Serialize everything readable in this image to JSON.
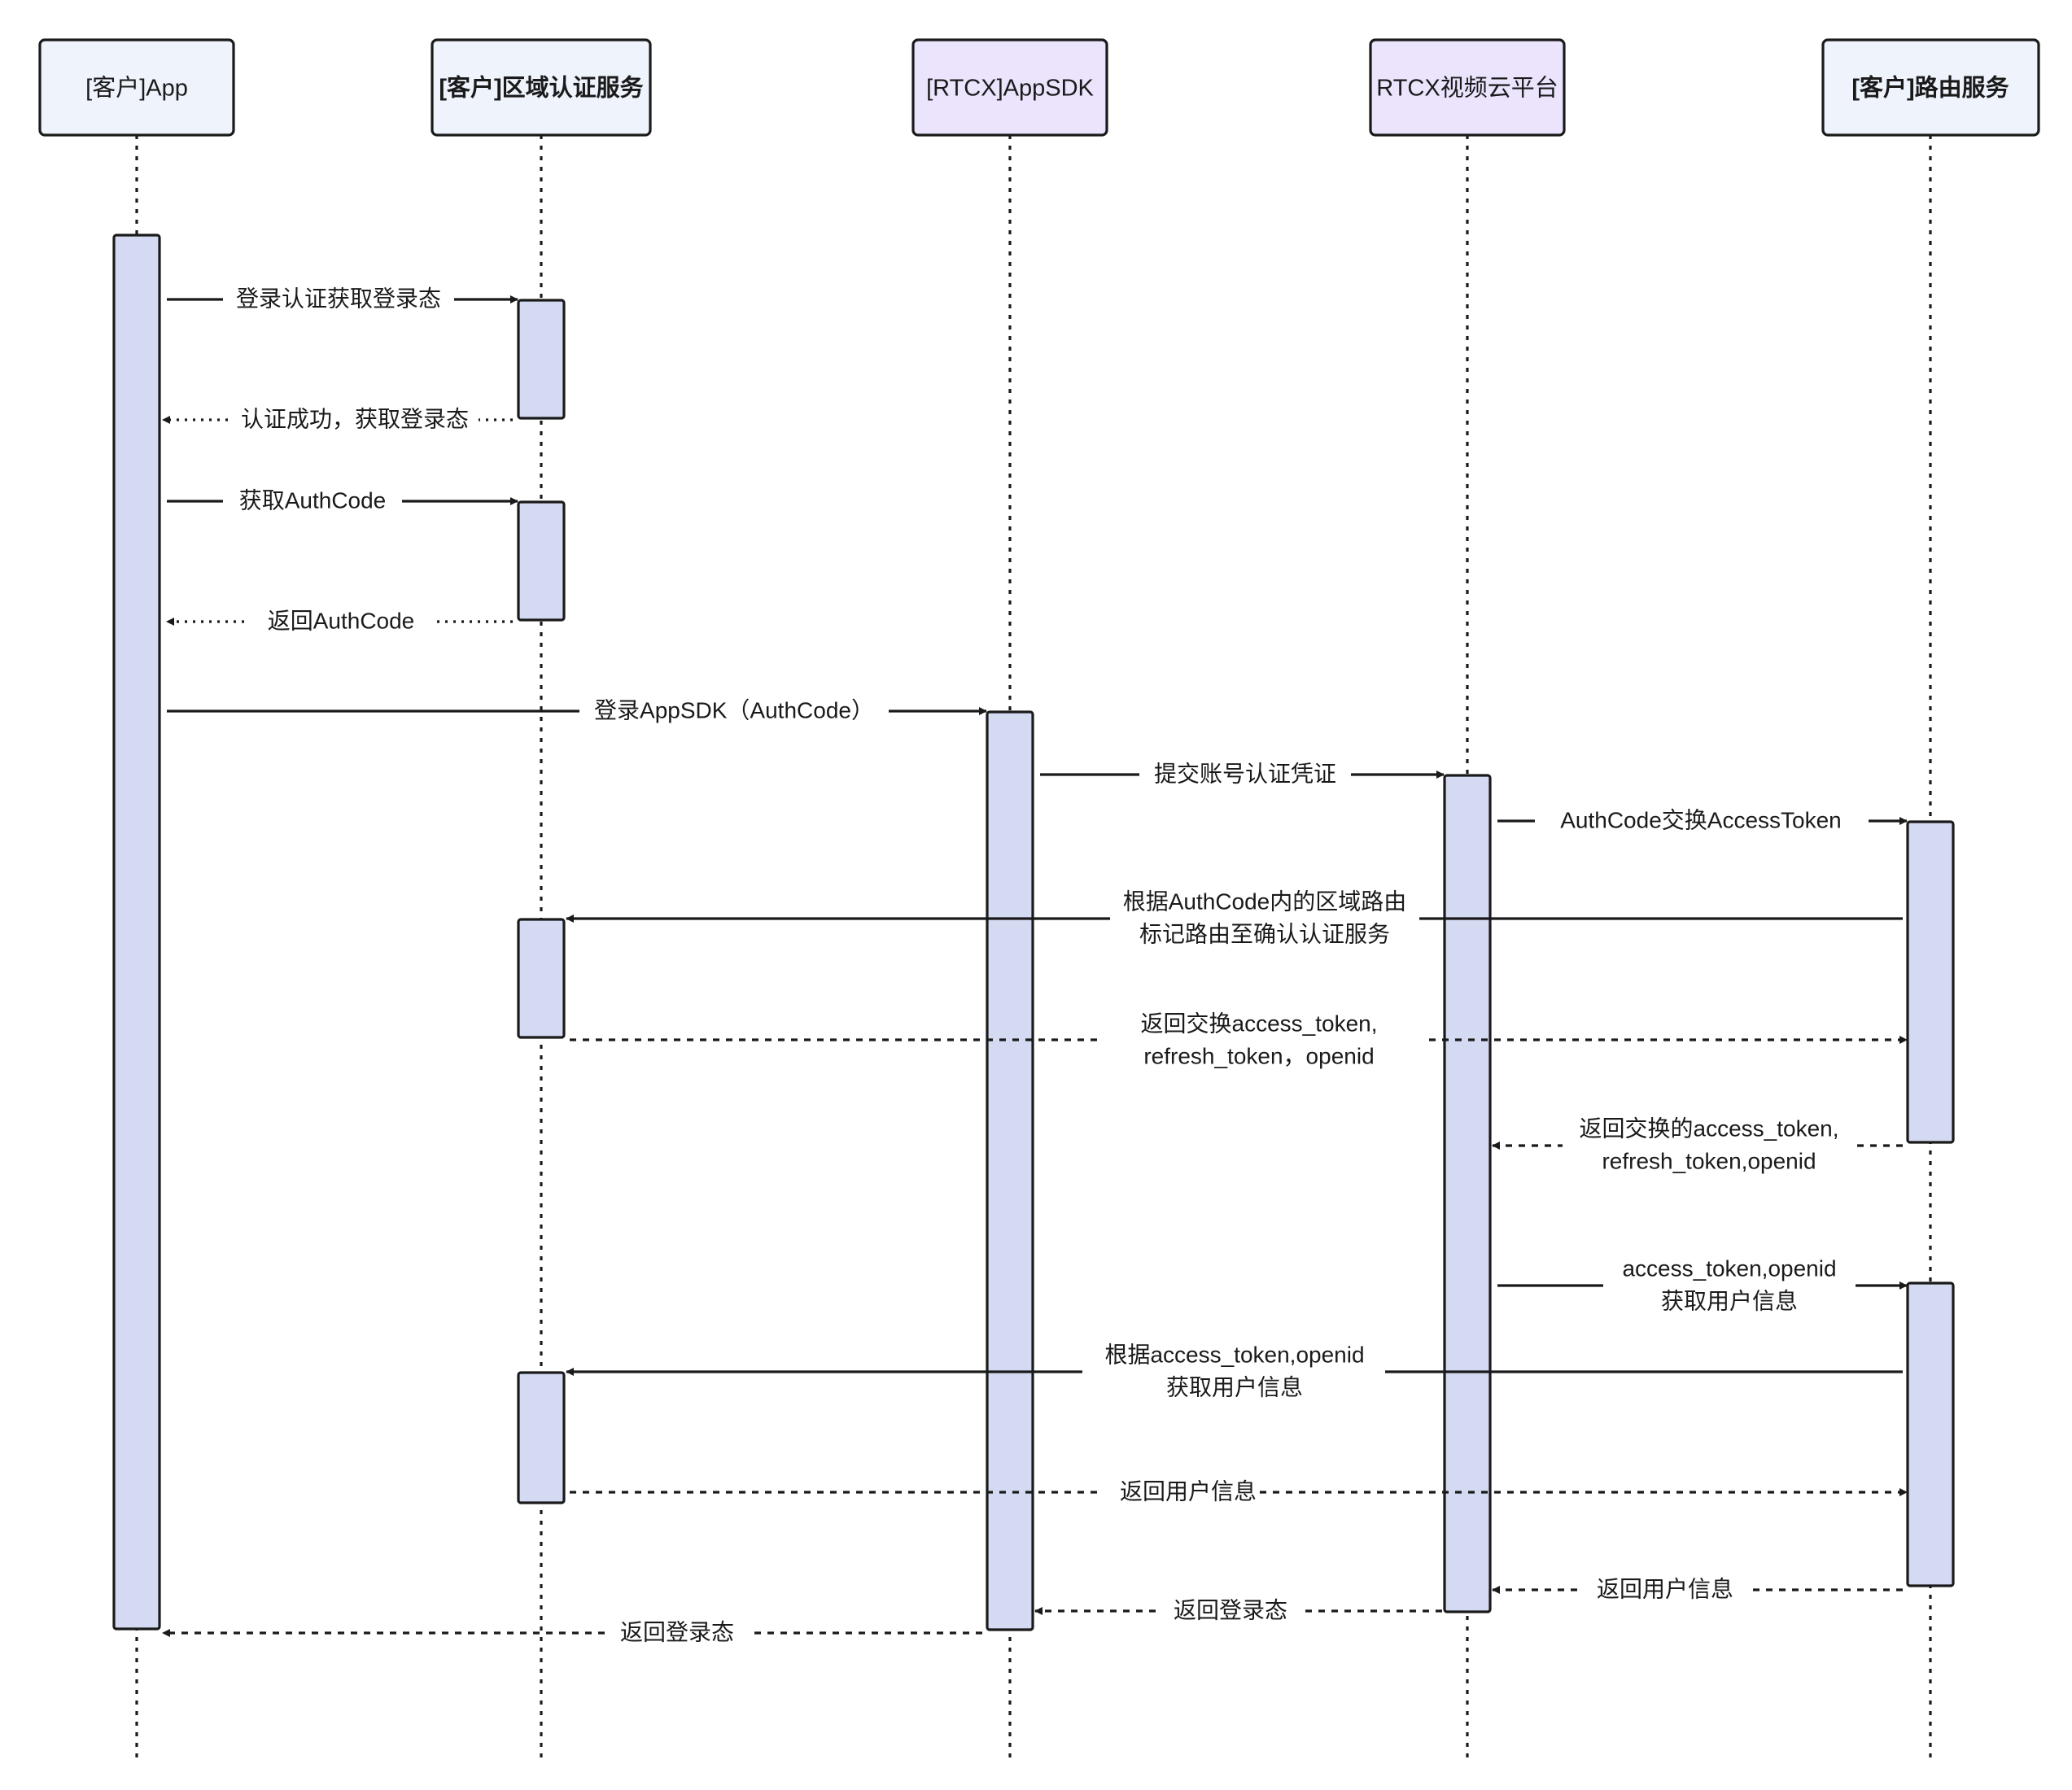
{
  "colors": {
    "line": "#1a1a1a",
    "activation_fill": "#d5daf3",
    "customer_box_fill": "#eef3fc",
    "rtcx_box_fill": "#ece4fd",
    "background": "#ffffff"
  },
  "participants": [
    {
      "id": "app",
      "label": "[客户]App",
      "bold": false,
      "fill": "#eef3fc"
    },
    {
      "id": "auth",
      "label": "[客户]区域认证服务",
      "bold": true,
      "fill": "#eef3fc"
    },
    {
      "id": "sdk",
      "label": "[RTCX]AppSDK",
      "bold": false,
      "fill": "#ece4fd"
    },
    {
      "id": "cloud",
      "label": "RTCX视频云平台",
      "bold": false,
      "fill": "#ece4fd"
    },
    {
      "id": "router",
      "label": "[客户]路由服务",
      "bold": true,
      "fill": "#eef3fc"
    }
  ],
  "messages": [
    {
      "from": "app",
      "to": "auth",
      "style": "solid",
      "lines": [
        "登录认证获取登录态"
      ]
    },
    {
      "from": "auth",
      "to": "app",
      "style": "dotted",
      "lines": [
        "认证成功，获取登录态"
      ]
    },
    {
      "from": "app",
      "to": "auth",
      "style": "solid",
      "lines": [
        "获取AuthCode"
      ]
    },
    {
      "from": "auth",
      "to": "app",
      "style": "dotted",
      "lines": [
        "返回AuthCode"
      ]
    },
    {
      "from": "app",
      "to": "sdk",
      "style": "solid",
      "lines": [
        "登录AppSDK（AuthCode）"
      ]
    },
    {
      "from": "sdk",
      "to": "cloud",
      "style": "solid",
      "lines": [
        "提交账号认证凭证"
      ]
    },
    {
      "from": "cloud",
      "to": "router",
      "style": "solid",
      "lines": [
        "AuthCode交换AccessToken"
      ]
    },
    {
      "from": "router",
      "to": "auth",
      "style": "solid",
      "lines": [
        "根据AuthCode内的区域路由",
        "标记路由至确认认证服务"
      ]
    },
    {
      "from": "auth",
      "to": "router",
      "style": "dashed",
      "lines": [
        "返回交换access_token,",
        "refresh_token，openid"
      ]
    },
    {
      "from": "router",
      "to": "cloud",
      "style": "dashed",
      "lines": [
        "返回交换的access_token,",
        "refresh_token,openid"
      ]
    },
    {
      "from": "cloud",
      "to": "router",
      "style": "solid",
      "lines": [
        "access_token,openid",
        "获取用户信息"
      ]
    },
    {
      "from": "router",
      "to": "auth",
      "style": "solid",
      "lines": [
        "根据access_token,openid",
        "获取用户信息"
      ]
    },
    {
      "from": "auth",
      "to": "router",
      "style": "dashed",
      "lines": [
        "返回用户信息"
      ]
    },
    {
      "from": "router",
      "to": "cloud",
      "style": "dashed",
      "lines": [
        "返回用户信息"
      ]
    },
    {
      "from": "cloud",
      "to": "sdk",
      "style": "dashed",
      "lines": [
        "返回登录态"
      ]
    },
    {
      "from": "sdk",
      "to": "app",
      "style": "dashed",
      "lines": [
        "返回登录态"
      ]
    }
  ]
}
